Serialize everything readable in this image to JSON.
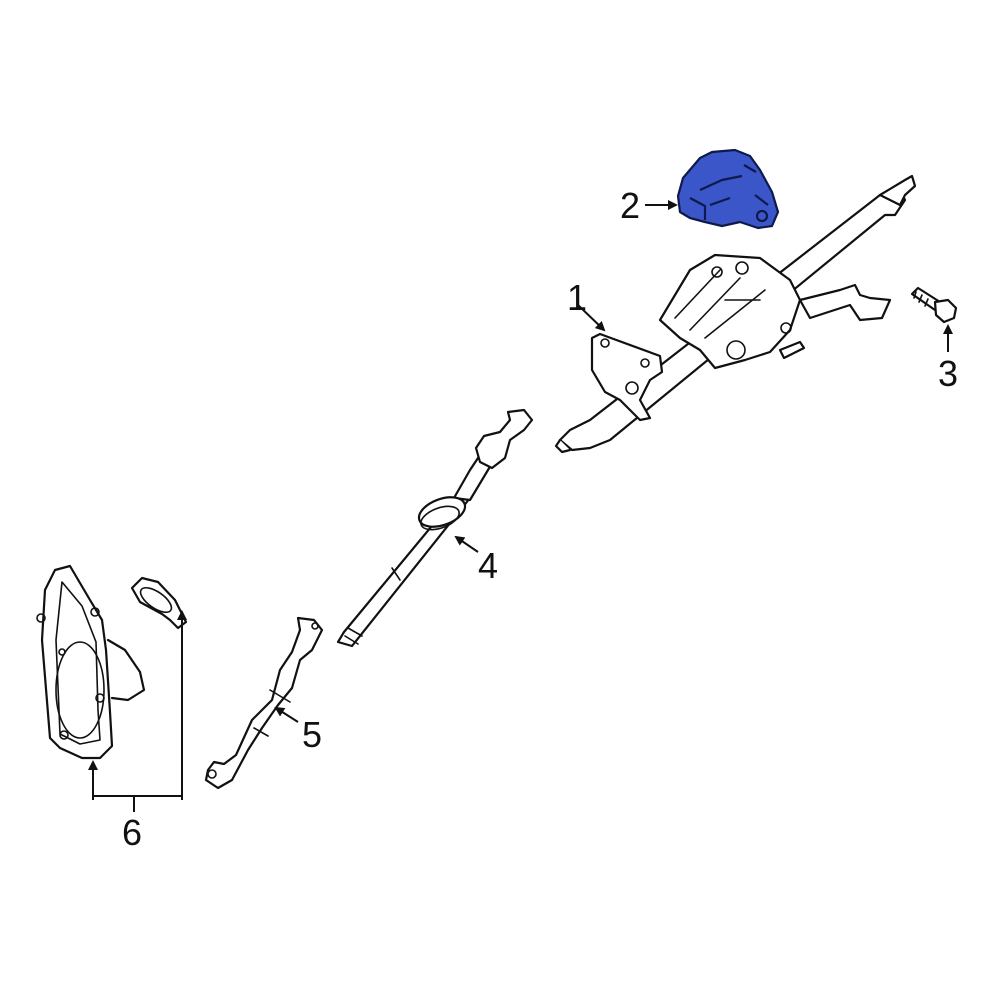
{
  "diagram": {
    "type": "exploded-parts-diagram",
    "subject": "steering column assembly",
    "highlight_color": "#3a56c8",
    "callouts": [
      {
        "id": "1",
        "label": "1",
        "part": "steering column"
      },
      {
        "id": "2",
        "label": "2",
        "part": "column cover / module (highlighted)"
      },
      {
        "id": "3",
        "label": "3",
        "part": "bolt"
      },
      {
        "id": "4",
        "label": "4",
        "part": "intermediate shaft"
      },
      {
        "id": "5",
        "label": "5",
        "part": "lower intermediate shaft"
      },
      {
        "id": "6",
        "label": "6",
        "part": "dash boot seal"
      }
    ]
  }
}
